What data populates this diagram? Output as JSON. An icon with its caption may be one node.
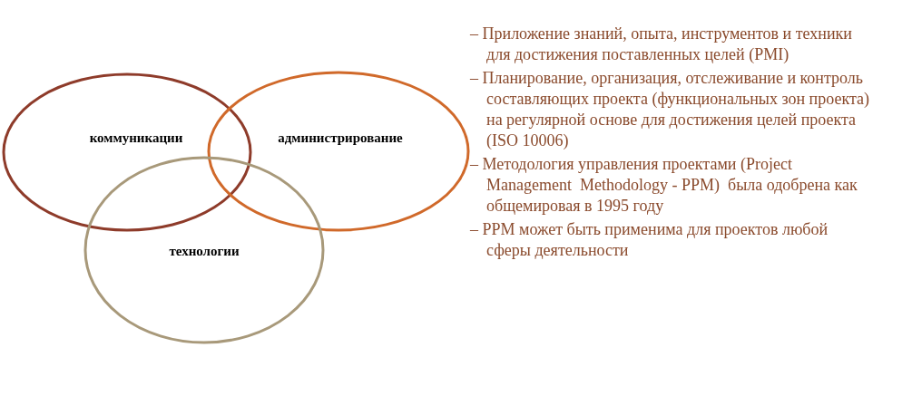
{
  "diagram": {
    "nodes": [
      {
        "text": [
          "коммуникации"
        ]
      },
      {
        "text": [
          "администрирование"
        ]
      },
      {
        "text": [
          "технологии"
        ]
      }
    ],
    "labels": [
      "– Приложение знаний, опыта, инструментов и техники для достижения поставленных целей (PMI)",
      "– Планирование, организация, отслеживание и контроль составляющих проекта (функциональных зон проекта) на регулярной основе для достижения целей проекта (ISO 10006)",
      "– Методология управления проектами (Project Management  Methodology - PPM)  была одобрена как общемировая в 1995 году",
      "– PPM может быть применима для проектов любой сферы деятельности"
    ]
  }
}
